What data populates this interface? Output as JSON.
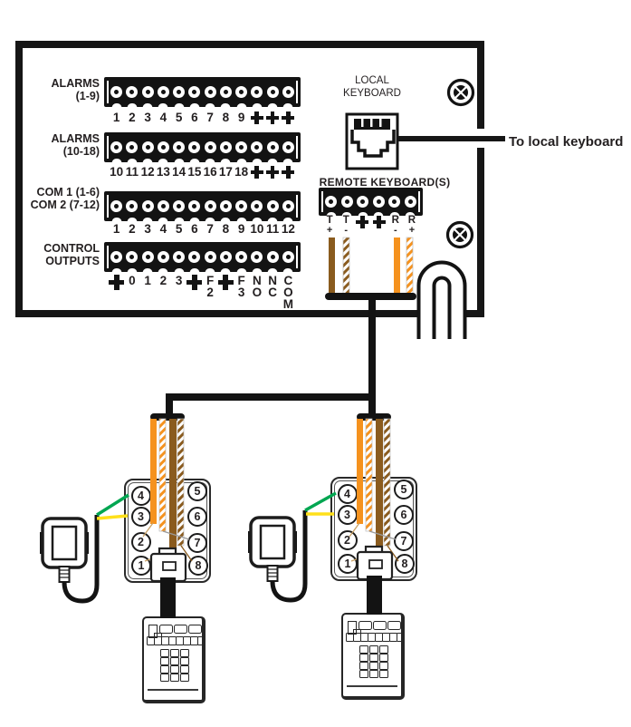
{
  "annotation": {
    "to_local_keyboard": "To local keyboard"
  },
  "rear_panel": {
    "local_keyboard_label": "LOCAL\nKEYBOARD",
    "remote_keyboard_label": "REMOTE KEYBOARD(S)",
    "terminal_blocks": [
      {
        "label": "ALARMS\n(1-9)",
        "terminals": 12,
        "pins": [
          "1",
          "2",
          "3",
          "4",
          "5",
          "6",
          "7",
          "8",
          "9",
          "GND",
          "GND",
          "GND"
        ]
      },
      {
        "label": "ALARMS\n(10-18)",
        "terminals": 12,
        "pins": [
          "10",
          "11",
          "12",
          "13",
          "14",
          "15",
          "16",
          "17",
          "18",
          "GND",
          "GND",
          "GND"
        ]
      },
      {
        "label": "COM 1 (1-6)\nCOM 2 (7-12)",
        "terminals": 12,
        "pins": [
          "1",
          "2",
          "3",
          "4",
          "5",
          "6",
          "7",
          "8",
          "9",
          "10",
          "11",
          "12"
        ]
      },
      {
        "label": "CONTROL\nOUTPUTS",
        "terminals": 12,
        "pins": [
          "GND",
          "0",
          "1",
          "2",
          "3",
          "GND",
          [
            "F",
            "2"
          ],
          "GND",
          [
            "F",
            "3"
          ],
          [
            "N",
            "O"
          ],
          [
            "N",
            "C"
          ],
          [
            "C",
            "O",
            "M"
          ]
        ]
      }
    ],
    "remote_block": {
      "terminals": 6,
      "pins": [
        {
          "t": "T",
          "s": "+"
        },
        {
          "t": "T",
          "s": "-"
        },
        {
          "t": "GND",
          "s": ""
        },
        {
          "t": "GND",
          "s": ""
        },
        {
          "t": "R",
          "s": "-"
        },
        {
          "t": "R",
          "s": "+"
        }
      ]
    }
  },
  "junction_boxes": [
    {
      "left": [
        "4",
        "3",
        "2",
        "1"
      ],
      "right": [
        "5",
        "6",
        "7",
        "8"
      ]
    },
    {
      "left": [
        "4",
        "3",
        "2",
        "1"
      ],
      "right": [
        "5",
        "6",
        "7",
        "8"
      ]
    }
  ],
  "colors": {
    "black": "#161616",
    "orange": "#F5921E",
    "brown": "#8A5B1E",
    "green": "#00A651",
    "yellow": "#FFE01A"
  }
}
